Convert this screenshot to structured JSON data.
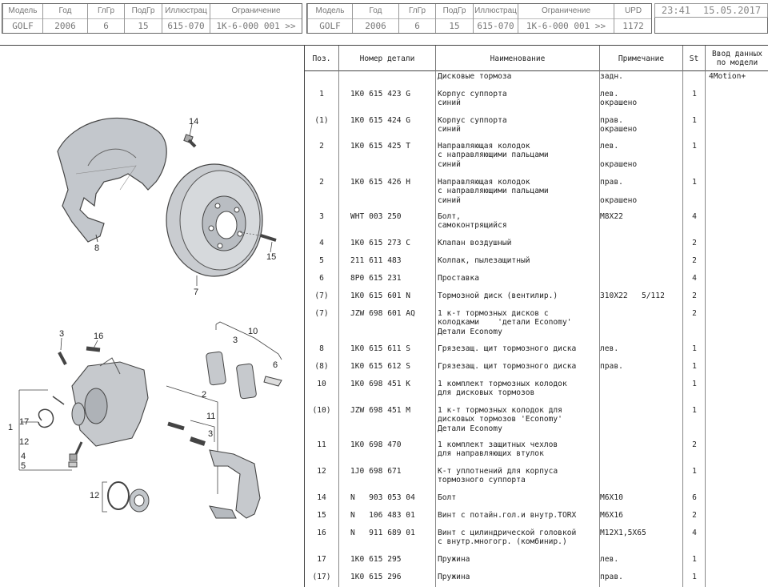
{
  "header_left": {
    "labels": [
      "Модель",
      "Год",
      "ГлГр",
      "ПодГр",
      "Иллюстрац",
      "Ограничение"
    ],
    "values": [
      "GOLF",
      "2006",
      "6",
      "15",
      "615-070",
      "1K-6-000 001 >>"
    ]
  },
  "header_right": {
    "labels": [
      "Модель",
      "Год",
      "ГлГр",
      "ПодГр",
      "Иллюстрац",
      "Ограничение",
      "UPD"
    ],
    "values": [
      "GOLF",
      "2006",
      "6",
      "15",
      "615-070",
      "1K-6-000 001 >>",
      "1172"
    ]
  },
  "clock": {
    "time": "23:41",
    "date": "15.05.2017"
  },
  "table": {
    "headers": {
      "pos": "Поз.",
      "number": "Номер детали",
      "name": "Наименование",
      "note": "Примечание",
      "st": "St",
      "input": "Ввод данных\nпо модели"
    },
    "rows": [
      {
        "pos": "",
        "number": "",
        "name": "Дисковые тормоза",
        "note": "задн.",
        "st": "",
        "input": "4Motion+"
      },
      {
        "pos": "1",
        "number": "1K0 615 423 G",
        "name": "Корпус суппорта\nсиний",
        "note": "лев.\nокрашено",
        "st": "1",
        "input": ""
      },
      {
        "pos": "(1)",
        "number": "1K0 615 424 G",
        "name": "Корпус суппорта\nсиний",
        "note": "прав.\nокрашено",
        "st": "1",
        "input": ""
      },
      {
        "pos": "2",
        "number": "1K0 615 425 T",
        "name": "Направляющая колодок\nс направляющими пальцами\nсиний",
        "note": "лев.\n\nокрашено",
        "st": "1",
        "input": ""
      },
      {
        "pos": "2",
        "number": "1K0 615 426 H",
        "name": "Направляющая колодок\nс направляющими пальцами\nсиний",
        "note": "прав.\n\nокрашено",
        "st": "1",
        "input": ""
      },
      {
        "pos": "3",
        "number": "WHT 003 250",
        "name": "Болт,\nсамоконтрящийся",
        "note": "M8X22",
        "st": "4",
        "input": ""
      },
      {
        "pos": "4",
        "number": "1K0 615 273 C",
        "name": "Клапан воздушный",
        "note": "",
        "st": "2",
        "input": ""
      },
      {
        "pos": "5",
        "number": "211 611 483",
        "name": "Колпак, пылезащитный",
        "note": "",
        "st": "2",
        "input": ""
      },
      {
        "pos": "6",
        "number": "8P0 615 231",
        "name": "Проставка",
        "note": "",
        "st": "4",
        "input": ""
      },
      {
        "pos": "(7)",
        "number": "1K0 615 601 N",
        "name": "Тормозной диск (вентилир.)",
        "note": "310X22   5/112",
        "st": "2",
        "input": ""
      },
      {
        "pos": "(7)",
        "number": "JZW 698 601 AQ",
        "name": "1 к-т тормозных дисков с\nколодками    'детали Economy'\nДетали Economy",
        "note": "",
        "st": "2",
        "input": ""
      },
      {
        "pos": "8",
        "number": "1K0 615 611 S",
        "name": "Грязезащ. щит тормозного диска",
        "note": "лев.",
        "st": "1",
        "input": ""
      },
      {
        "pos": "(8)",
        "number": "1K0 615 612 S",
        "name": "Грязезащ. щит тормозного диска",
        "note": "прав.",
        "st": "1",
        "input": ""
      },
      {
        "pos": "10",
        "number": "1K0 698 451 K",
        "name": "1 комплект тормозных колодок\nдля дисковых тормозов",
        "note": "",
        "st": "1",
        "input": ""
      },
      {
        "pos": "(10)",
        "number": "JZW 698 451 M",
        "name": "1 к-т тормозных колодок для\nдисковых тормозов 'Economy'\nДетали Economy",
        "note": "",
        "st": "1",
        "input": ""
      },
      {
        "pos": "11",
        "number": "1K0 698 470",
        "name": "1 комплект защитных чехлов\nдля направляющих втулок",
        "note": "",
        "st": "2",
        "input": ""
      },
      {
        "pos": "12",
        "number": "1J0 698 671",
        "name": "К-т уплотнений для корпуса\nтормозного суппорта",
        "note": "",
        "st": "1",
        "input": ""
      },
      {
        "pos": "14",
        "number": "N   903 053 04",
        "name": "Болт",
        "note": "M6X10",
        "st": "6",
        "input": ""
      },
      {
        "pos": "15",
        "number": "N   106 483 01",
        "name": "Винт с потайн.гол.и внутр.TORX",
        "note": "M6X16",
        "st": "2",
        "input": ""
      },
      {
        "pos": "16",
        "number": "N   911 689 01",
        "name": "Винт с цилиндрической головкой\nс внутр.многогр. (комбинир.)",
        "note": "M12X1,5X65",
        "st": "4",
        "input": ""
      },
      {
        "pos": "17",
        "number": "1K0 615 295",
        "name": "Пружина",
        "note": "лев.",
        "st": "1",
        "input": ""
      },
      {
        "pos": "(17)",
        "number": "1K0 615 296",
        "name": "Пружина",
        "note": "прав.",
        "st": "1",
        "input": ""
      }
    ]
  },
  "diagram": {
    "labels": [
      "14",
      "8",
      "15",
      "7",
      "3",
      "16",
      "10",
      "3",
      "6",
      "2",
      "11",
      "3",
      "17",
      "1",
      "12",
      "4",
      "5",
      "12"
    ]
  }
}
